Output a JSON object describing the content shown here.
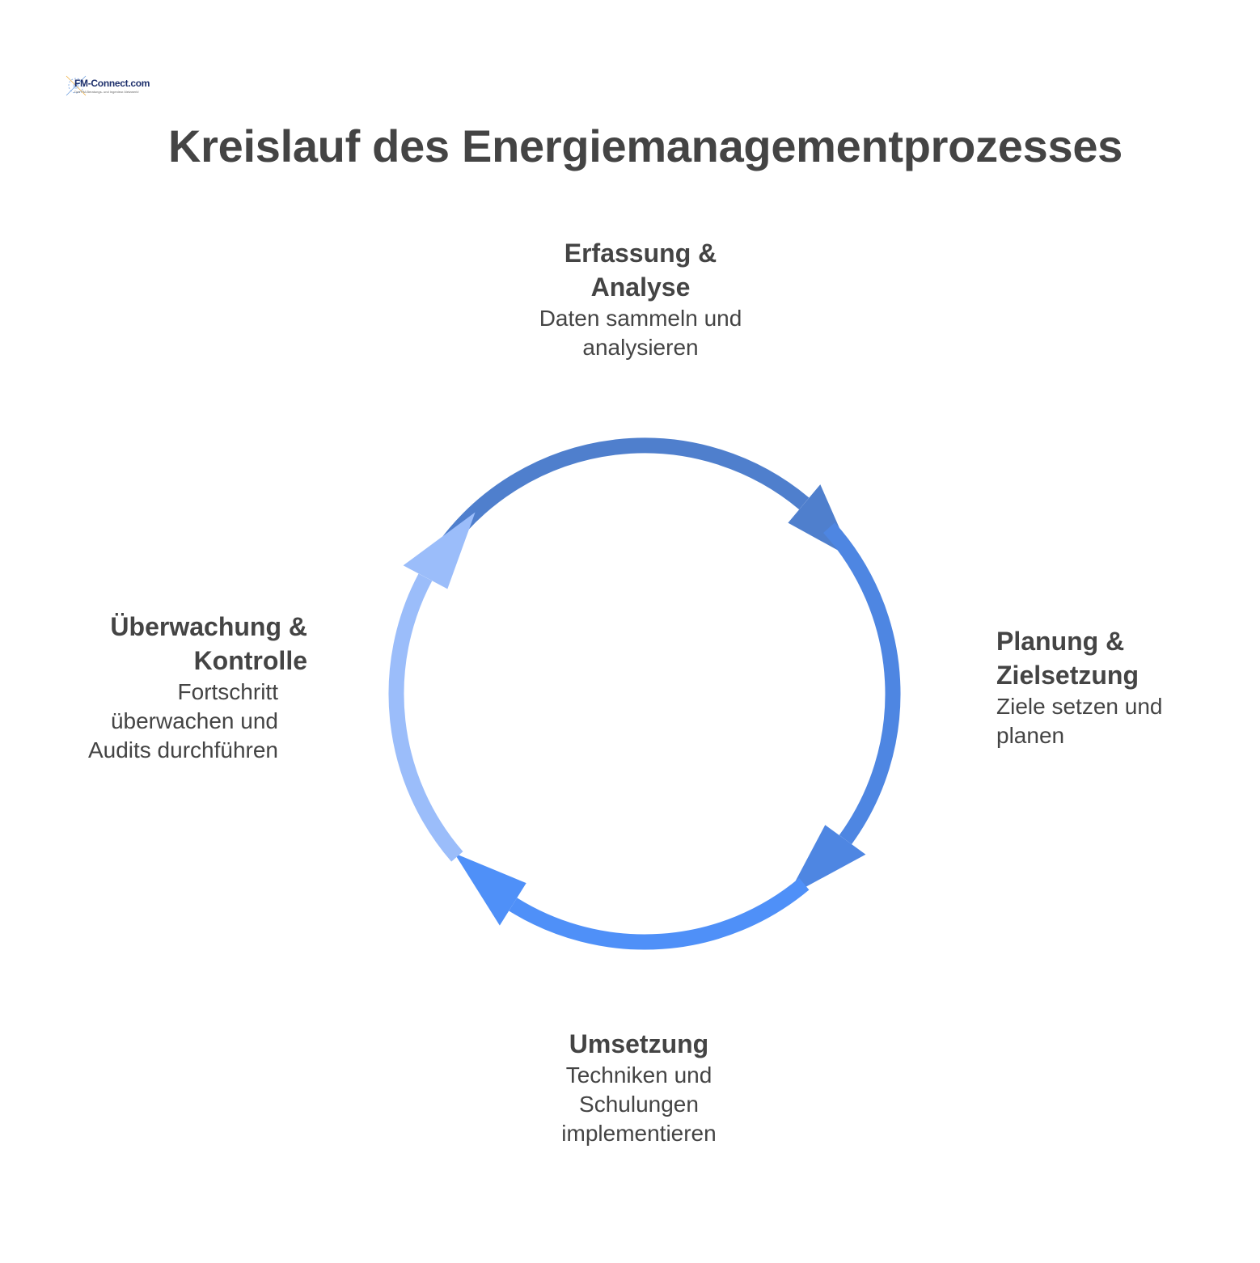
{
  "logo": {
    "text": "FM-Connect.com",
    "subtitle": "Das FM-Beratungs- und Ingenieur-Netzwerk!"
  },
  "title": "Kreislauf des Energiemanagementprozesses",
  "steps": [
    {
      "id": "erfassung",
      "heading_lines": [
        "Erfassung &",
        "Analyse"
      ],
      "desc_lines": [
        "Daten sammeln und",
        "analysieren"
      ],
      "arrow_color": "#4f7fcd"
    },
    {
      "id": "planung",
      "heading_lines": [
        "Planung &",
        "Zielsetzung"
      ],
      "desc_lines": [
        "Ziele setzen und",
        "planen"
      ],
      "arrow_color": "#4e86e2"
    },
    {
      "id": "umsetzung",
      "heading_lines": [
        "Umsetzung"
      ],
      "desc_lines": [
        "Techniken und",
        "Schulungen",
        "implementieren"
      ],
      "arrow_color": "#4f90f8"
    },
    {
      "id": "ueberwachung",
      "heading_lines": [
        "Überwachung &",
        "Kontrolle"
      ],
      "desc_lines": [
        "Fortschritt",
        "überwachen und",
        "Audits durchführen"
      ],
      "arrow_color": "#9bbdfa"
    }
  ]
}
